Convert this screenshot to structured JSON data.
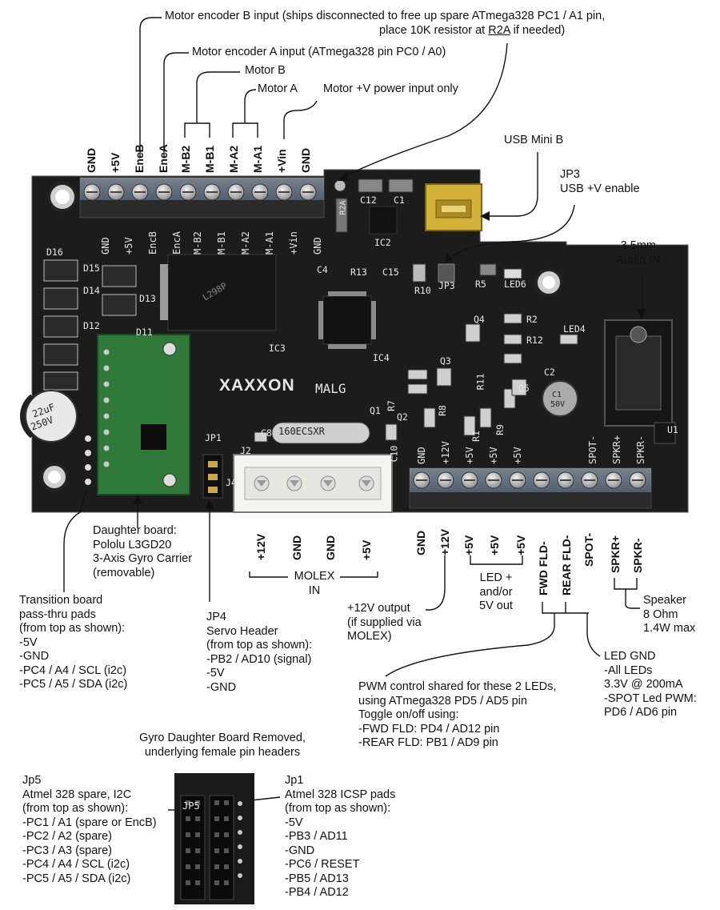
{
  "top_annotations": {
    "enc_b": {
      "line1": "Motor encoder B input (ships disconnected to free up spare ATmega328 PC1 / A1 pin,",
      "line2_pre": "place 10K resistor at ",
      "line2_ref": "R2A",
      "line2_post": " if needed)"
    },
    "enc_a": "Motor encoder A input (ATmega328 pin PC0 / A0)",
    "motor_b": "Motor B",
    "motor_a": "Motor A",
    "motor_vin": "Motor +V power input only",
    "usb_mini": "USB Mini B",
    "jp3": [
      "JP3",
      "USB +V enable"
    ],
    "audio": [
      "3.5mm",
      "Audio IN"
    ]
  },
  "motor_terminals": [
    "GND",
    "+5V",
    "EncB",
    "EncA",
    "M-B2",
    "M-B1",
    "M-A2",
    "M-A1",
    "+Vin",
    "GND"
  ],
  "bottom_terminals": {
    "plain": [
      "GND",
      "+12V",
      "+5V",
      "+5V",
      "+5V"
    ],
    "fld": [
      "FWD FLD-",
      "REAR FLD-",
      "SPOT-",
      "SPKR+",
      "SPKR-"
    ]
  },
  "molex_pins": [
    "+12V",
    "GND",
    "GND",
    "+5V"
  ],
  "molex_label": [
    "MOLEX",
    "IN"
  ],
  "daughter_board": [
    "Daughter board:",
    "Pololu L3GD20",
    "3-Axis Gyro Carrier",
    "(removable)"
  ],
  "transition_board": [
    "Transition board",
    "pass-thru pads",
    "(from top as shown):",
    "-5V",
    "-GND",
    "-PC4 / A4 / SCL (i2c)",
    "-PC5 / A5 / SDA (i2c)"
  ],
  "jp4": [
    "JP4",
    "Servo Header",
    "(from top as shown):",
    "-PB2 / AD10 (signal)",
    "-5V",
    "-GND"
  ],
  "led_plus": [
    "LED +",
    "and/or",
    "5V out"
  ],
  "output_12v": [
    "+12V output",
    "(if supplied via",
    "MOLEX)"
  ],
  "speaker": [
    "Speaker",
    "8 Ohm",
    "1.4W max"
  ],
  "led_gnd": [
    "LED GND",
    "-All LEDs",
    "3.3V @ 200mA",
    "-SPOT Led PWM:",
    "PD6 / AD6 pin"
  ],
  "pwm_note": [
    "PWM control shared for these 2 LEDs,",
    "using ATmega328 PD5 / AD5 pin",
    "Toggle on/off using:",
    "-FWD FLD: PD4 / AD12 pin",
    "-REAR FLD: PB1 / AD9 pin"
  ],
  "gyro_removed": [
    "Gyro Daughter Board Removed,",
    "underlying female pin headers"
  ],
  "jp5": [
    "Jp5",
    "Atmel 328 spare, I2C",
    "(from top as shown):",
    "-PC1 / A1 (spare or EncB)",
    "-PC2 / A2 (spare)",
    "-PC3 / A3 (spare)",
    "-PC4 / A4 / SCL (i2c)",
    "-PC5 / A5 / SDA (i2c)"
  ],
  "jp1": [
    "Jp1",
    "Atmel 328 ICSP pads",
    "(from top as shown):",
    "-5V",
    "-PB3 / AD11",
    "-GND",
    "-PC6 / RESET",
    "-PB5 / AD13",
    "-PB4 / AD12"
  ],
  "board_silk": {
    "brand": "XAXXON",
    "brand2": "MALG",
    "crystal": "160ECSXR",
    "ic_driver": "L298P",
    "refs": [
      "R2A",
      "C12",
      "C1",
      "IC2",
      "C4",
      "R13",
      "C15",
      "JP3",
      "R5",
      "LED6",
      "R10",
      "IC3",
      "IC4",
      "Q4",
      "R2",
      "R12",
      "LED4",
      "Q3",
      "R11",
      "C2",
      "Q5",
      "R7",
      "R8",
      "R1",
      "R9",
      "Q2",
      "Q1",
      "C8",
      "C10",
      "JP1",
      "J2",
      "J4",
      "U1",
      "D16",
      "D15",
      "D14",
      "D13",
      "D12",
      "D11",
      "JP5"
    ]
  },
  "cap_label": [
    "22uF",
    "250V"
  ],
  "cap2_label": [
    "C1",
    "50V"
  ],
  "colors": {
    "pcb": "#1c1c1c",
    "terminal": "#3a6ea8",
    "header": "#0f0f0f",
    "gyro": "#2f7a3a",
    "usb": "#d4b23a",
    "molex": "#f4f4f0"
  }
}
